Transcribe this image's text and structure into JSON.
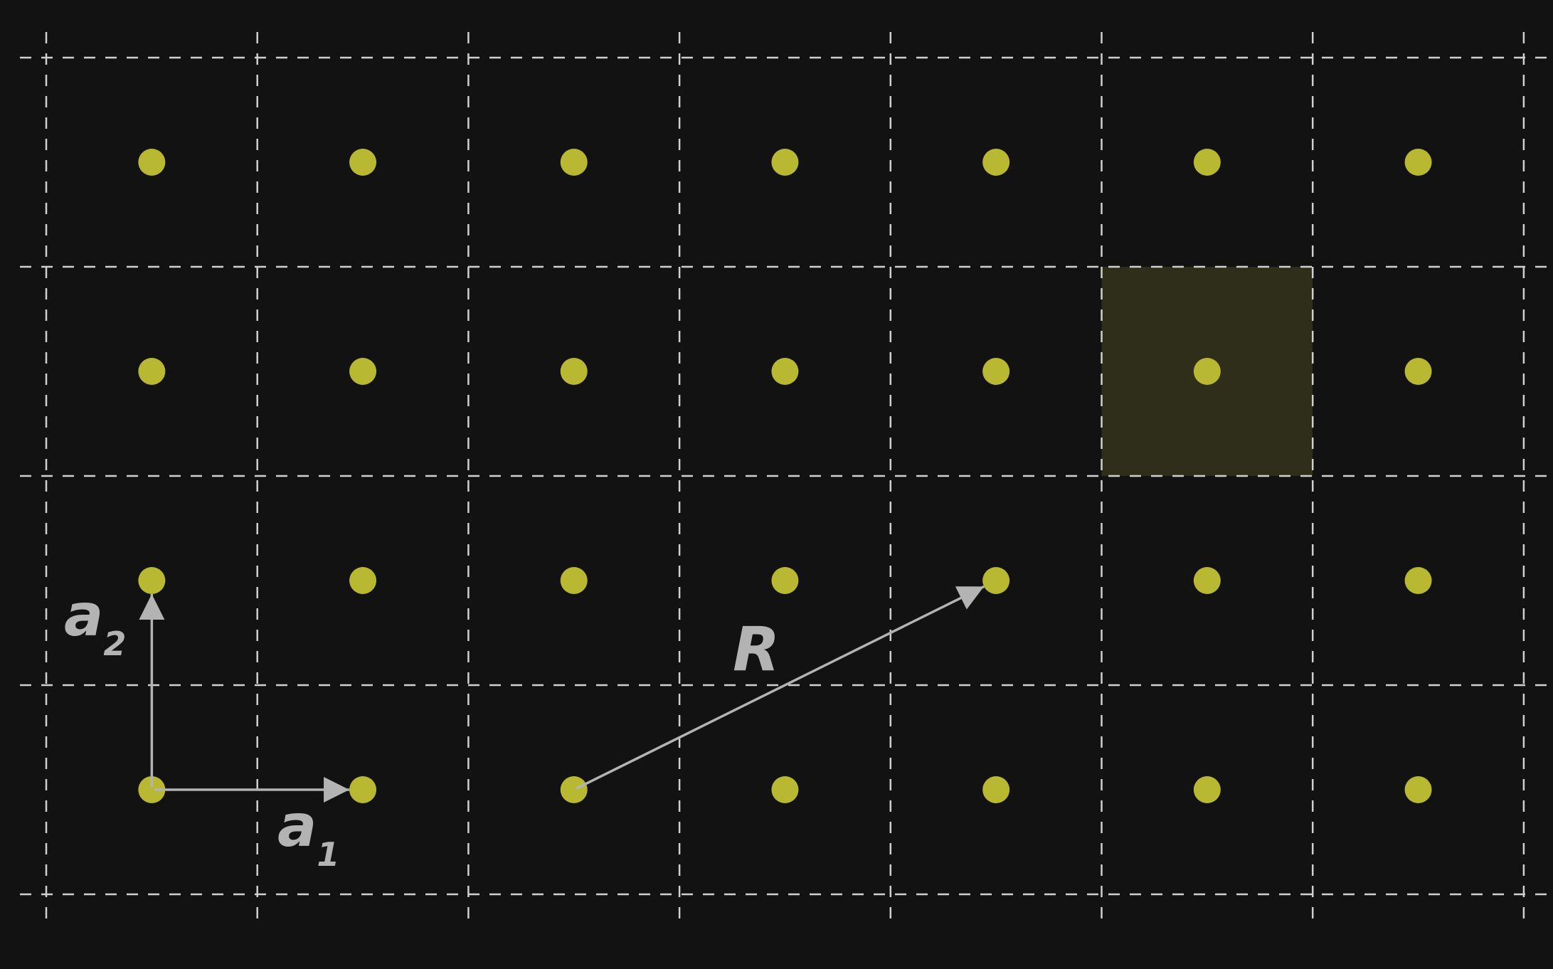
{
  "colors": {
    "background": "#121212",
    "grid_line": "#d0d0d0",
    "lattice_point": "#b8b832",
    "highlight_cell": "#2e2e1a",
    "vector": "#b3b3b3",
    "label": "#b3b3b3"
  },
  "lattice": {
    "columns": 7,
    "rows": 4,
    "highlighted_cell": {
      "column": 5,
      "row": 1
    }
  },
  "vectors": [
    {
      "id": "a1",
      "from": [
        0,
        3
      ],
      "to": [
        1,
        3
      ]
    },
    {
      "id": "a2",
      "from": [
        0,
        3
      ],
      "to": [
        0,
        2
      ]
    },
    {
      "id": "R",
      "from": [
        2,
        3
      ],
      "to": [
        4,
        2
      ]
    }
  ],
  "labels": {
    "a1": {
      "main": "a",
      "sub": "1"
    },
    "a2": {
      "main": "a",
      "sub": "2"
    },
    "R": {
      "main": "R"
    }
  }
}
